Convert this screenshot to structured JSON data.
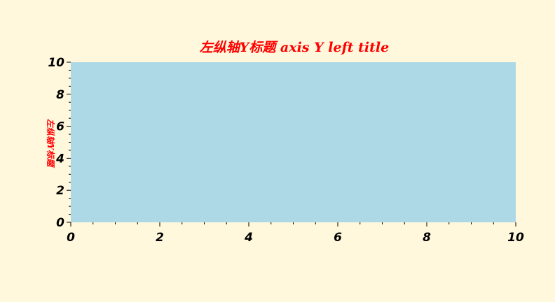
{
  "colors": {
    "background": "#FFF8DC",
    "plot_area": "#ADD8E6",
    "title": "#FF0000",
    "axis_label": "#FF0000",
    "tick_label": "#000000"
  },
  "chart_data": {
    "type": "scatter",
    "title": "左纵轴Y标题 axis Y left title",
    "xlabel": "",
    "ylabel": "左纵轴Y标题",
    "xlim": [
      0,
      10
    ],
    "ylim": [
      0,
      10
    ],
    "x_ticks": [
      "0",
      "2",
      "4",
      "6",
      "8",
      "10"
    ],
    "y_ticks": [
      "0",
      "2",
      "4",
      "6",
      "8",
      "10"
    ],
    "series": [],
    "grid": false,
    "minor_ticks": true
  }
}
